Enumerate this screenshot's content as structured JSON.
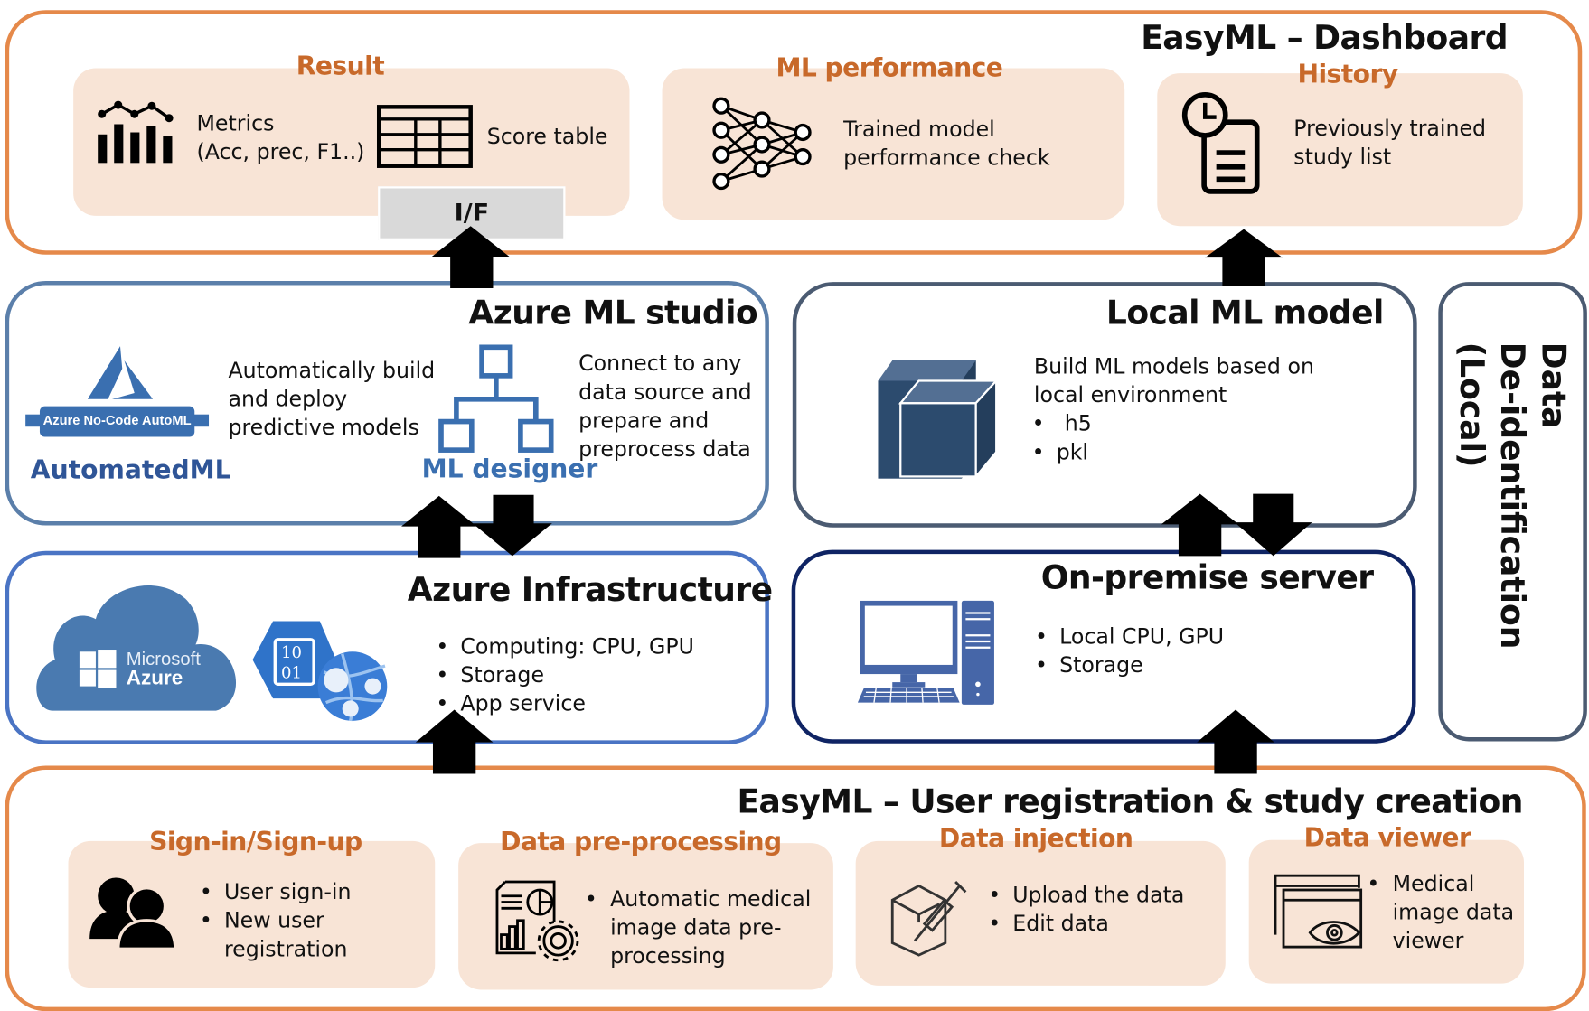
{
  "dashboard": {
    "title": "EasyML – Dashboard",
    "result": {
      "title": "Result",
      "metrics_label": "Metrics",
      "metrics_detail": "(Acc, prec, F1..)",
      "score_table_label": "Score table",
      "interface_label": "I/F"
    },
    "ml_performance": {
      "title": "ML performance",
      "lines": [
        "Trained model",
        "performance check"
      ]
    },
    "history": {
      "title": "History",
      "lines": [
        "Previously trained",
        "study list"
      ]
    }
  },
  "azure_ml_studio": {
    "title": "Azure ML studio",
    "automl_badge": "Azure No-Code AutoML",
    "automl_label": "AutomatedML",
    "automl_lines": [
      "Automatically build",
      "and deploy",
      "predictive models"
    ],
    "designer_label": "ML designer",
    "designer_lines": [
      "Connect to any",
      "data source and",
      "prepare and",
      "preprocess data"
    ]
  },
  "local_ml_model": {
    "title": "Local ML model",
    "lines": [
      "Build ML models based on",
      "local environment"
    ],
    "bullets": [
      "h5",
      "pkl"
    ]
  },
  "deidentification": {
    "line1": "Data",
    "line2": "De-identification",
    "line3": "(Local)"
  },
  "azure_infrastructure": {
    "title": "Azure Infrastructure",
    "logo_text": [
      "Microsoft",
      "Azure"
    ],
    "storage_icon_text": [
      "10",
      "01"
    ],
    "bullets": [
      "Computing: CPU, GPU",
      "Storage",
      "App service"
    ]
  },
  "on_premise_server": {
    "title": "On-premise server",
    "bullets": [
      "Local CPU, GPU",
      "Storage"
    ]
  },
  "registration": {
    "title": "EasyML – User registration & study creation",
    "signin": {
      "title": "Sign-in/Sign-up",
      "bullets": [
        "User sign-in",
        "New user registration"
      ],
      "bullet2_lines": [
        "New user",
        "registration"
      ]
    },
    "preprocessing": {
      "title": "Data pre-processing",
      "lines": [
        "Automatic medical",
        "image data pre-",
        "processing"
      ]
    },
    "injection": {
      "title": "Data injection",
      "bullets": [
        "Upload the data",
        "Edit data"
      ]
    },
    "viewer": {
      "title": "Data viewer",
      "lines": [
        "Medical",
        "image data",
        "viewer"
      ]
    }
  },
  "colors": {
    "orange_border": "#E5894A",
    "panel_fill": "#F8E4D6",
    "title_orange": "#C8692A",
    "azure_blue": "#2F5597",
    "navy": "#002060"
  }
}
